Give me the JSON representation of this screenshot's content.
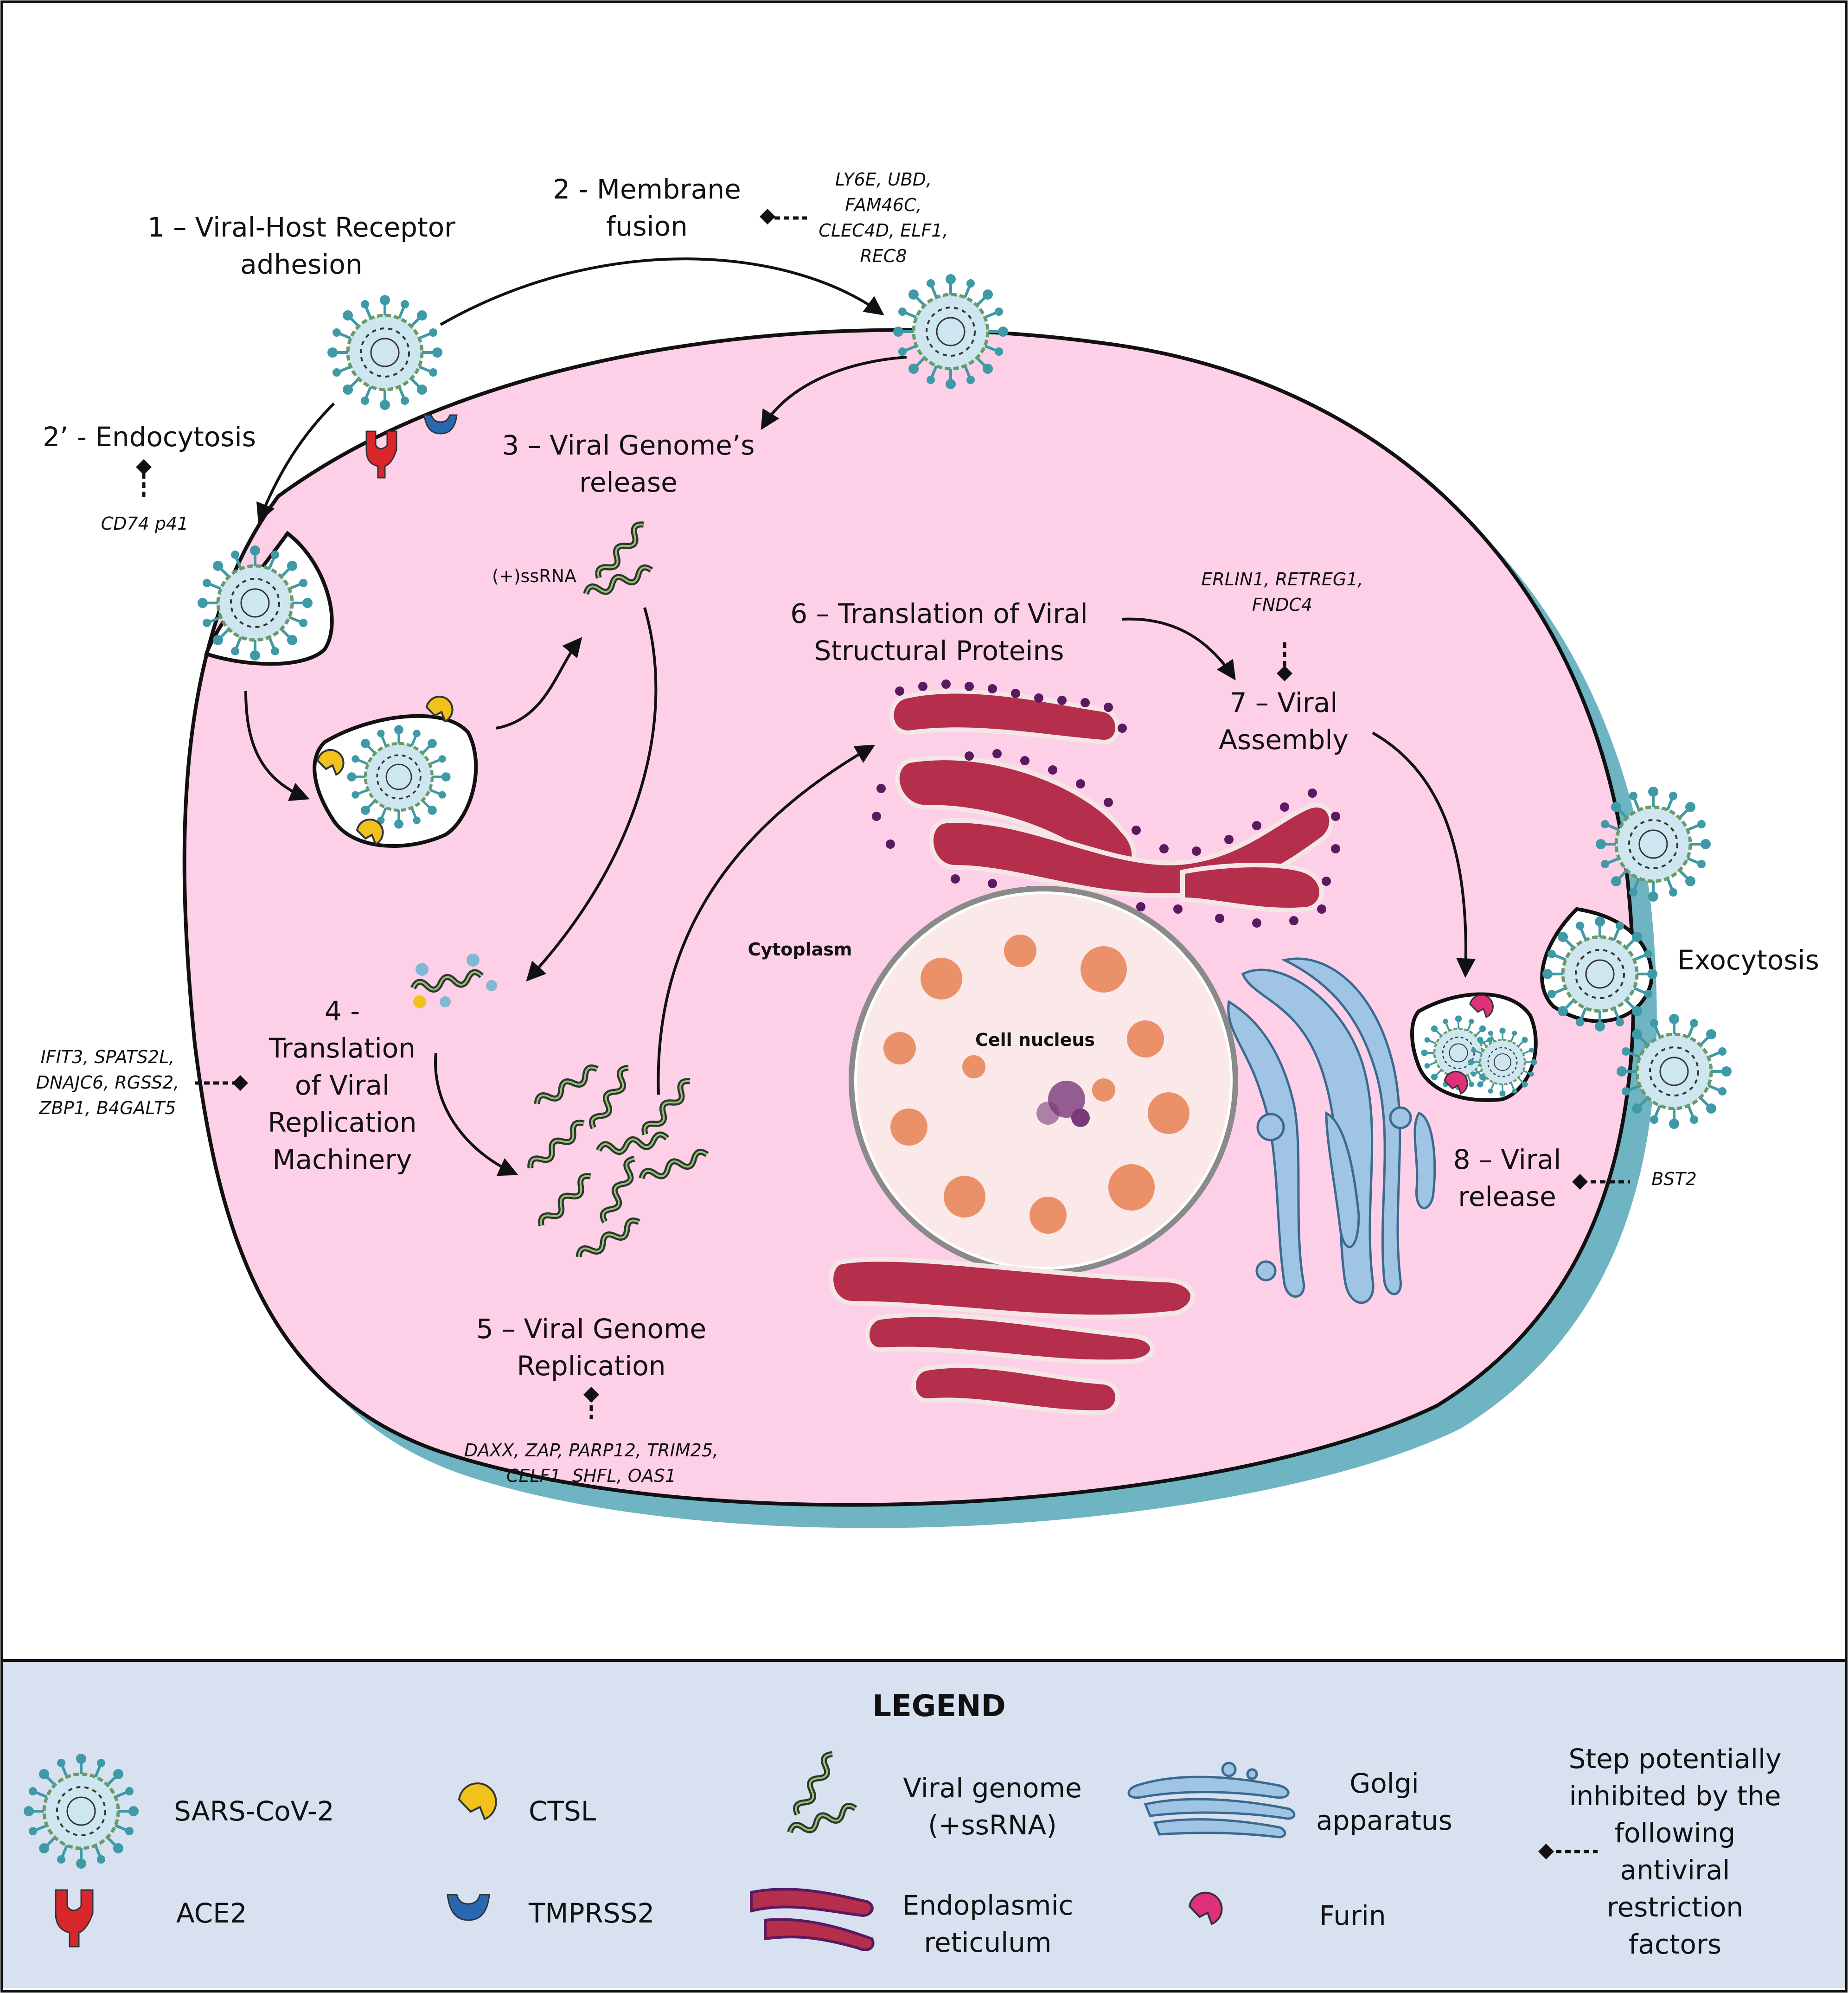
{
  "steps": {
    "s1": [
      "1 – Viral-Host Receptor",
      "adhesion"
    ],
    "s2": [
      "2 - Membrane",
      "fusion"
    ],
    "s2p": [
      "2’ - Endocytosis"
    ],
    "s3": [
      "3 – Viral Genome’s",
      "release"
    ],
    "s4": [
      "4 -",
      "Translation",
      "of Viral",
      "Replication",
      "Machinery"
    ],
    "s5": [
      "5 – Viral Genome",
      "Replication"
    ],
    "s6": [
      "6 – Translation of Viral",
      "Structural Proteins"
    ],
    "s7": [
      "7 – Viral",
      "Assembly"
    ],
    "s8": [
      "8 – Viral",
      "release"
    ],
    "exo": [
      "Exocytosis"
    ]
  },
  "restriction_factors": {
    "rf2": [
      "LY6E, UBD,",
      "FAM46C,",
      "CLEC4D, ELF1,",
      "REC8"
    ],
    "rf2p": [
      "CD74 p41"
    ],
    "rf4": [
      "IFIT3, SPATS2L,",
      "DNAJC6, RGSS2,",
      "ZBP1, B4GALT5"
    ],
    "rf5": [
      "DAXX, ZAP, PARP12, TRIM25,",
      "CELF1, SHFL, OAS1"
    ],
    "rf7": [
      "ERLIN1, RETREG1,",
      "FNDC4"
    ],
    "rf8": [
      "BST2"
    ]
  },
  "labels": {
    "ssrna": "(+)ssRNA",
    "cytoplasm": "Cytoplasm",
    "nucleus": "Cell nucleus"
  },
  "legend": {
    "title": "LEGEND",
    "sars": "SARS-CoV-2",
    "ace2": "ACE2",
    "ctsl": "CTSL",
    "tmprss2": "TMPRSS2",
    "genome": [
      "Viral genome",
      "(+ssRNA)"
    ],
    "er": [
      "Endoplasmic",
      "reticulum"
    ],
    "golgi": [
      "Golgi",
      "apparatus"
    ],
    "furin": "Furin",
    "inhibited": [
      "Step potentially",
      "inhibited by the",
      "following",
      "antiviral",
      "restriction",
      "factors"
    ]
  },
  "colors": {
    "cell": "#fdd0e8",
    "cell_shadow": "#6fb4c2",
    "legend_bg": "#d8e1f0",
    "virus_core": "#cde6f0",
    "virus_spike": "#3e9aa6",
    "er": "#b52e4c",
    "golgi": "#9fc4e4",
    "ace2": "#d8262b",
    "tmprss2": "#2868b0",
    "ctsl": "#f2c21c",
    "furin": "#e0307a",
    "nucleus": "#fbe9ea",
    "chromatin": "#e5733e"
  },
  "icons": [
    "virus-icon",
    "ace2-icon",
    "tmprss2-icon",
    "ctsl-icon",
    "furin-icon",
    "genome-icon",
    "er-icon",
    "golgi-icon",
    "inhibition-marker-icon"
  ]
}
